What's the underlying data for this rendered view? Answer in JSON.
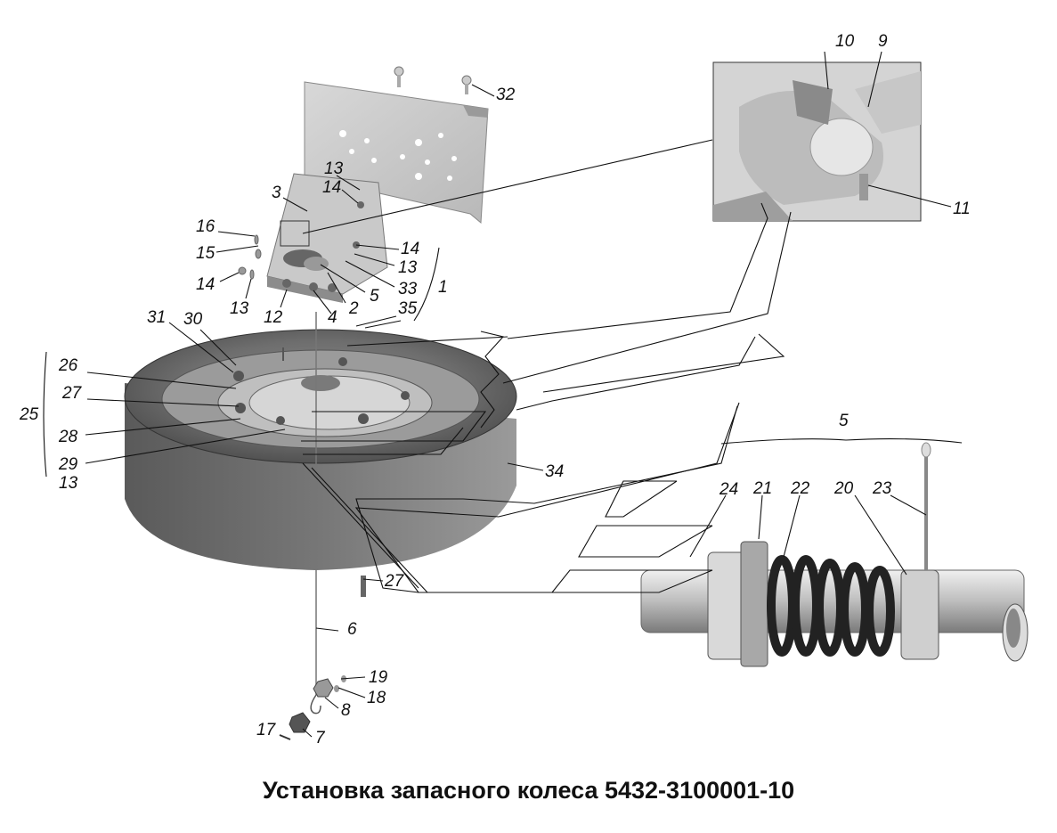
{
  "caption": "Установка запасного колеса 5432-3100001-10",
  "callouts": {
    "c1": "1",
    "c2": "2",
    "c3": "3",
    "c4": "4",
    "c5a": "5",
    "c5b": "5",
    "c6": "6",
    "c7": "7",
    "c8": "8",
    "c9": "9",
    "c10": "10",
    "c11": "11",
    "c12": "12",
    "c13a": "13",
    "c13b": "13",
    "c13c": "13",
    "c13d": "13",
    "c14a": "14",
    "c14b": "14",
    "c14c": "14",
    "c15": "15",
    "c16": "16",
    "c17": "17",
    "c18": "18",
    "c19": "19",
    "c20": "20",
    "c21": "21",
    "c22": "22",
    "c23": "23",
    "c24": "24",
    "c25": "25",
    "c26": "26",
    "c27a": "27",
    "c27b": "27",
    "c28": "28",
    "c29": "29",
    "c30": "30",
    "c31": "31",
    "c32": "32",
    "c33": "33",
    "c34": "34",
    "c35": "35"
  }
}
